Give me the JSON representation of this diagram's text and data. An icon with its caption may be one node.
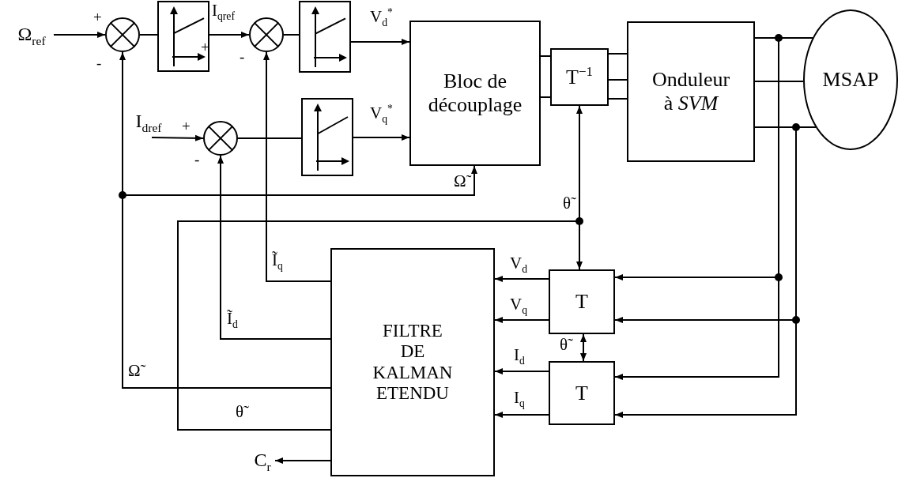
{
  "diagram": {
    "nodes": [
      {
        "text": [
          "Ω$_{ref}$"
        ]
      },
      {
        "text": [],
        "shape": "circle"
      },
      {
        "text": [],
        "shape": "box"
      },
      {
        "text": [],
        "shape": "circle"
      },
      {
        "text": [],
        "shape": "box"
      },
      {
        "text": [
          "Bloc de découplage"
        ]
      },
      {
        "text": [
          "T$^{−1}$"
        ]
      },
      {
        "text": [
          "Onduleur à *SVM*"
        ]
      },
      {
        "text": [
          "MSAP"
        ]
      },
      {
        "text": [
          "I$_{dref}$"
        ]
      },
      {
        "text": [],
        "shape": "circle"
      },
      {
        "text": [],
        "shape": "box"
      },
      {
        "text": [
          "T"
        ]
      },
      {
        "text": [
          "T"
        ]
      },
      {
        "text": [
          "FILTRE DE KALMAN ETENDU"
        ]
      },
      {
        "text": [
          "C$_{r}$"
        ]
      }
    ],
    "edges": [
      {
        "from": 0,
        "to": 1,
        "arrow": "to"
      },
      {
        "from": 1,
        "to": 2,
        "arrow": "none"
      },
      {
        "from": 2,
        "to": 3,
        "arrow": "to",
        "label": "I$_{qref}$"
      },
      {
        "from": 3,
        "to": 4,
        "arrow": "none"
      },
      {
        "from": 4,
        "to": 5,
        "arrow": "to",
        "label": "V$_{d}$$^{*}$"
      },
      {
        "from": 9,
        "to": 10,
        "arrow": "to"
      },
      {
        "from": 10,
        "to": 11,
        "arrow": "none"
      },
      {
        "from": 11,
        "to": 5,
        "arrow": "to",
        "label": "V$_{q}$$^{*}$"
      },
      {
        "from": 5,
        "to": 6,
        "arrow": "none"
      },
      {
        "from": 5,
        "to": 6,
        "arrow": "none"
      },
      {
        "from": 6,
        "to": 7,
        "arrow": "none"
      },
      {
        "from": 6,
        "to": 7,
        "arrow": "none"
      },
      {
        "from": 6,
        "to": 7,
        "arrow": "none"
      },
      {
        "from": 7,
        "to": 8,
        "arrow": "none"
      },
      {
        "from": 7,
        "to": 8,
        "arrow": "none"
      },
      {
        "from": 7,
        "to": 8,
        "arrow": "none"
      },
      {
        "from": 8,
        "to": 12,
        "arrow": "to"
      },
      {
        "from": 8,
        "to": 12,
        "arrow": "to"
      },
      {
        "from": 8,
        "to": 13,
        "arrow": "to"
      },
      {
        "from": 8,
        "to": 13,
        "arrow": "to"
      },
      {
        "from": 12,
        "to": 14,
        "arrow": "to",
        "label": "V$_{d}$"
      },
      {
        "from": 12,
        "to": 14,
        "arrow": "to",
        "label": "V$_{q}$"
      },
      {
        "from": 13,
        "to": 14,
        "arrow": "to",
        "label": "I$_{d}$"
      },
      {
        "from": 13,
        "to": 14,
        "arrow": "to",
        "label": "I$_{q}$"
      },
      {
        "from": 12,
        "to": 13,
        "arrow": "both",
        "label": "θ̃"
      },
      {
        "from": 14,
        "to": 3,
        "arrow": "to",
        "label": "Ĩ$_{q}$"
      },
      {
        "from": 14,
        "to": 10,
        "arrow": "to",
        "label": "Ĩ$_{d}$"
      },
      {
        "from": 14,
        "to": 1,
        "arrow": "to",
        "label": "Ω̃"
      },
      {
        "from": 14,
        "to": 5,
        "arrow": "to",
        "label": "Ω̃"
      },
      {
        "from": 14,
        "to": 6,
        "arrow": "to",
        "label": "θ̃"
      },
      {
        "from": 14,
        "to": 12,
        "arrow": "to",
        "label": "θ̃"
      },
      {
        "from": 14,
        "to": 15,
        "arrow": "to"
      }
    ],
    "labels": [
      "+",
      "-",
      "+",
      "-",
      "+",
      "-"
    ]
  }
}
